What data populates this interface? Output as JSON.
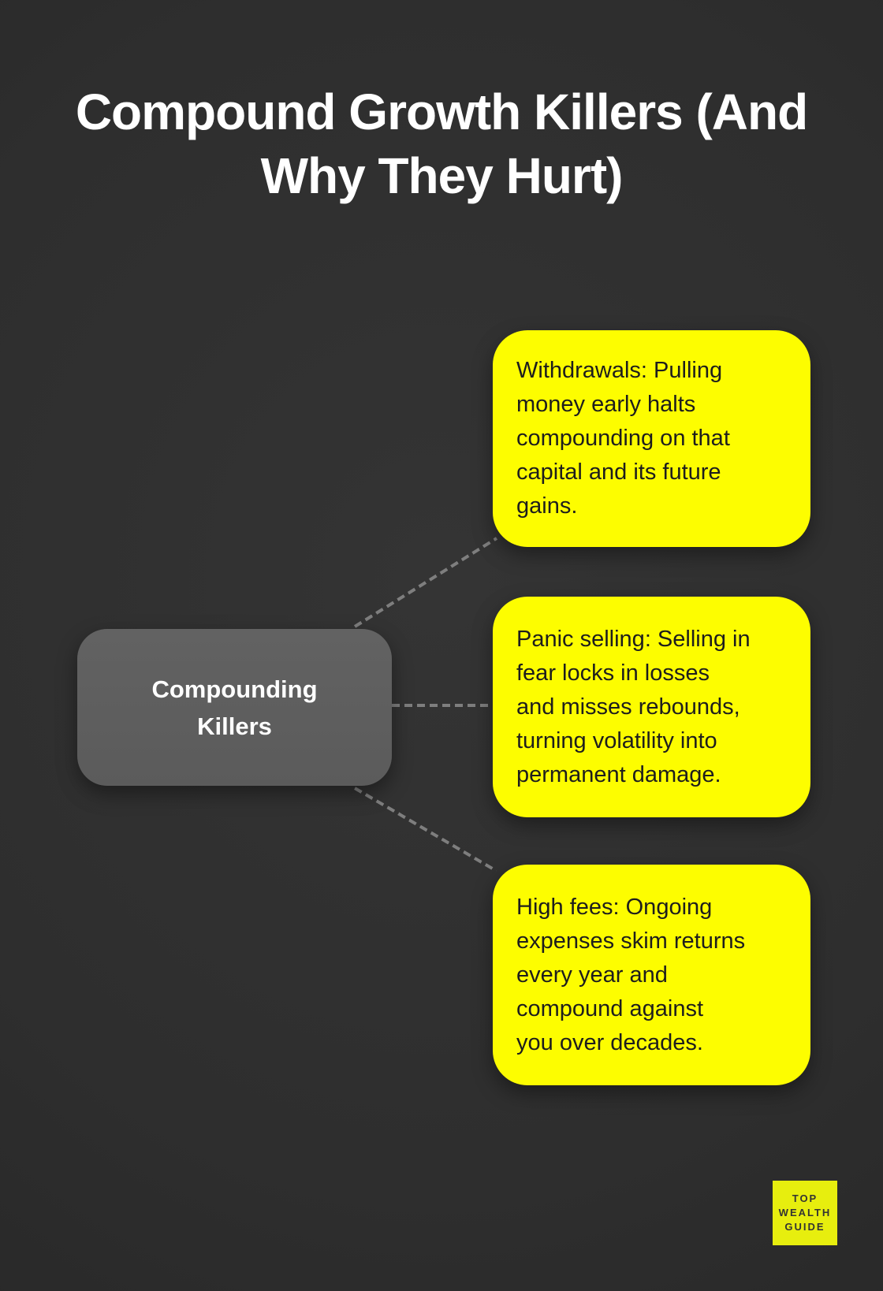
{
  "title": "Compound Growth Killers (And\nWhy They Hurt)",
  "center_node": {
    "label": "Compounding\nKillers"
  },
  "nodes": [
    {
      "id": "withdrawals",
      "text": "Withdrawals: Pulling\nmoney early halts\ncompounding on that\ncapital and its future\ngains."
    },
    {
      "id": "panic-selling",
      "text": "Panic selling: Selling in\nfear locks in losses\nand misses rebounds,\nturning volatility into\npermanent damage."
    },
    {
      "id": "high-fees",
      "text": "High fees: Ongoing\nexpenses skim returns\nevery year and\ncompound against\nyou over decades."
    }
  ],
  "logo": {
    "text": "TOP\nWEALTH\nGUIDE"
  },
  "colors": {
    "background": "#2e2e2e",
    "title_text": "#ffffff",
    "center_fill": "#5b5b5b",
    "center_text": "#ffffff",
    "node_fill": "#fdfd00",
    "node_text": "#1d1d1d",
    "connector": "#7e7e7e",
    "logo_fill": "#e7ee0e",
    "logo_text": "#333333"
  }
}
